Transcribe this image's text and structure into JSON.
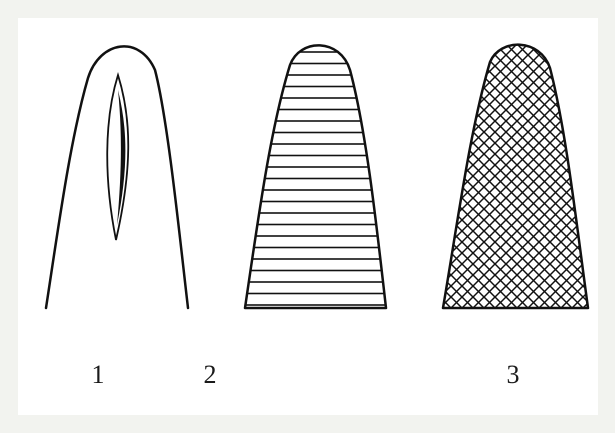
{
  "labels": {
    "first": "1",
    "second": "2",
    "third": "3"
  },
  "colors": {
    "background": "#f2f3ef",
    "panel": "#ffffff",
    "ink": "#111111"
  }
}
